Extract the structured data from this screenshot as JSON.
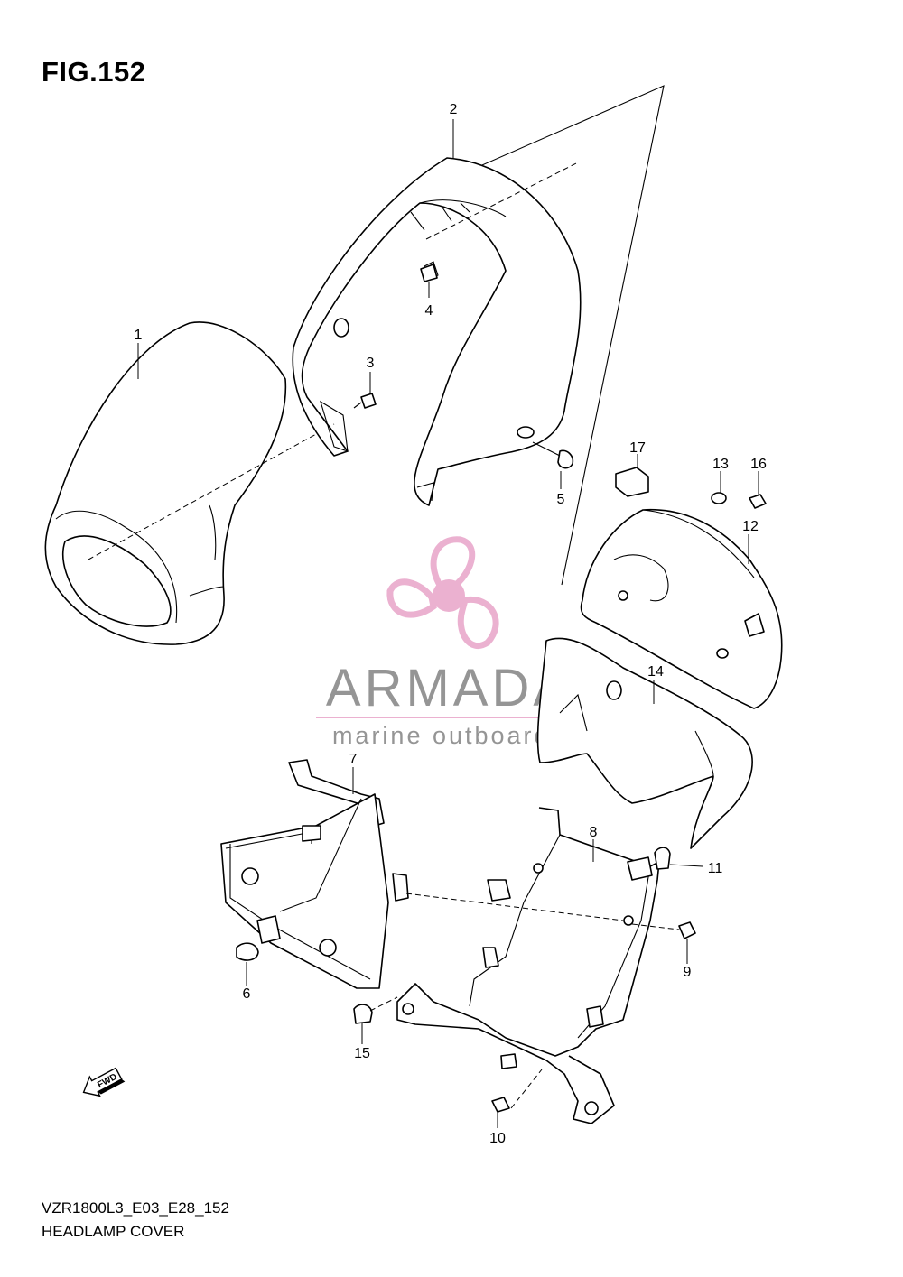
{
  "figure": {
    "title": "FIG.152",
    "code": "VZR1800L3_E03_E28_152",
    "name": "HEADLAMP COVER"
  },
  "watermark": {
    "brand": "ARMADA",
    "tagline": "marine outboards",
    "color_pink": "#e9a9cc",
    "color_gray": "#8a8a8a"
  },
  "fwd_label": "FWD",
  "callouts": [
    "1",
    "2",
    "3",
    "4",
    "5",
    "6",
    "7",
    "8",
    "9",
    "10",
    "11",
    "12",
    "13",
    "14",
    "15",
    "16",
    "17"
  ]
}
